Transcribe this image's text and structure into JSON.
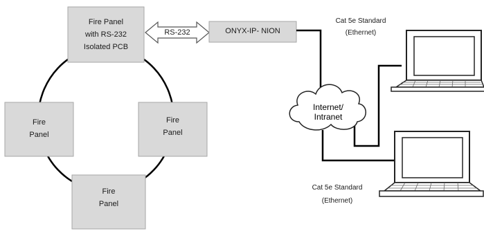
{
  "fire_panels": {
    "main": {
      "line1": "Fire Panel",
      "line2": "with RS-232",
      "line3": "Isolated PCB"
    },
    "left": {
      "line1": "Fire",
      "line2": "Panel"
    },
    "right": {
      "line1": "Fire",
      "line2": "Panel"
    },
    "bottom": {
      "line1": "Fire",
      "line2": "Panel"
    }
  },
  "rs232_label": "RS-232",
  "onyx_label": "ONYX-IP- NION",
  "cloud": {
    "line1": "Internet/",
    "line2": "Intranet"
  },
  "pc_top": {
    "line1": "Cat 5e Standard",
    "line2": "(Ethernet)"
  },
  "pc_bottom": {
    "line1": "Cat 5e Standard",
    "line2": "(Ethernet)"
  },
  "colors": {
    "panel_fill": "#d9d9d9",
    "panel_border": "#a6a6a6",
    "line": "#000000"
  }
}
